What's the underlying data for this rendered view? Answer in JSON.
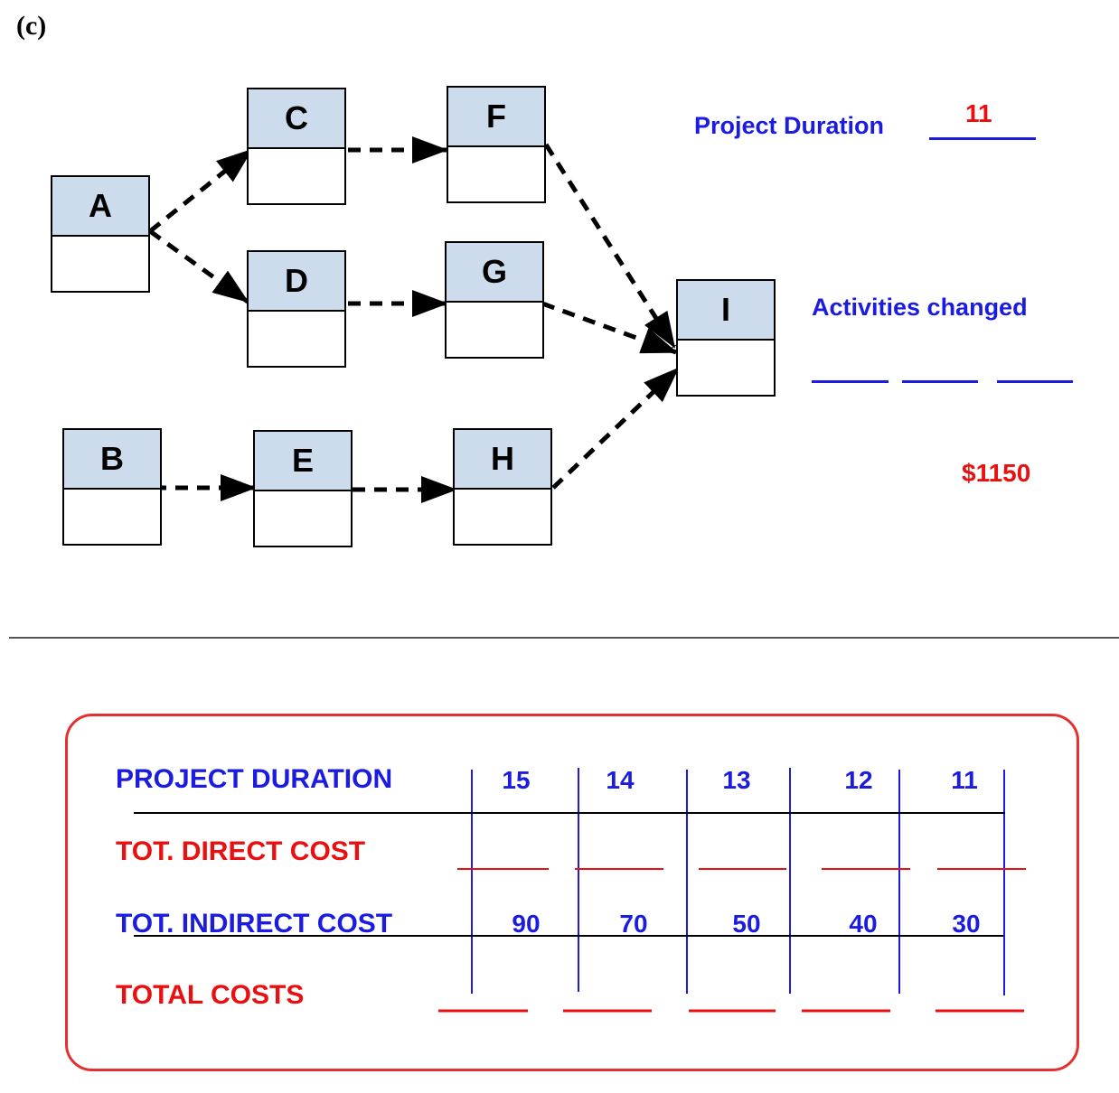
{
  "part_label": "(c)",
  "nodes": {
    "A": {
      "label": "A"
    },
    "B": {
      "label": "B"
    },
    "C": {
      "label": "C"
    },
    "D": {
      "label": "D"
    },
    "E": {
      "label": "E"
    },
    "F": {
      "label": "F"
    },
    "G": {
      "label": "G"
    },
    "H": {
      "label": "H"
    },
    "I": {
      "label": "I"
    }
  },
  "edges": [
    [
      "A",
      "C"
    ],
    [
      "A",
      "D"
    ],
    [
      "C",
      "F"
    ],
    [
      "D",
      "G"
    ],
    [
      "B",
      "E"
    ],
    [
      "E",
      "H"
    ],
    [
      "F",
      "I"
    ],
    [
      "G",
      "I"
    ],
    [
      "H",
      "I"
    ]
  ],
  "side_info": {
    "project_duration_label": "Project Duration",
    "project_duration_value": "11",
    "activities_changed_label": "Activities changed",
    "cost_value": "$1150"
  },
  "table": {
    "rows": {
      "duration": "PROJECT DURATION",
      "direct": "TOT. DIRECT COST",
      "indirect": "TOT. INDIRECT COST",
      "total": "TOTAL COSTS"
    },
    "durations": [
      "15",
      "14",
      "13",
      "12",
      "11"
    ],
    "indirect_costs": [
      "90",
      "70",
      "50",
      "40",
      "30"
    ]
  },
  "colors": {
    "blue": "#1c1ce0",
    "red": "#e81010",
    "node_fill": "#ccdcec"
  }
}
